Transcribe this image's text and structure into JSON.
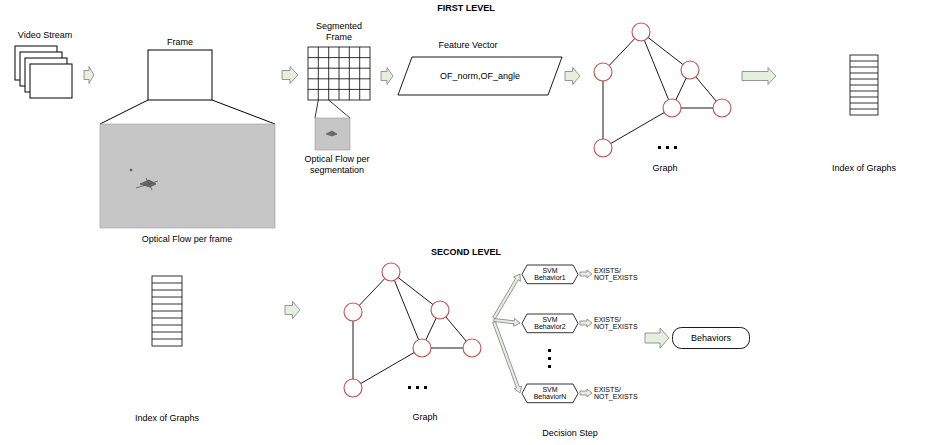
{
  "diagram": {
    "nodes": [
      {
        "text": [
          "Video Stream"
        ]
      },
      {
        "text": [
          "Frame",
          "Optical Flow per frame"
        ]
      },
      {
        "text": [
          "Segmented Frame",
          "Optical Flow per segmentation"
        ]
      },
      {
        "text": [
          "Feature Vector",
          "OF_norm,OF_angle"
        ]
      },
      {
        "text": [
          "Graph"
        ]
      },
      {
        "text": [
          "Index of Graphs"
        ]
      },
      {
        "text": [
          "Index of Graphs"
        ]
      },
      {
        "text": [
          "Graph"
        ]
      },
      {
        "text": [
          "SVM Behavior1"
        ]
      },
      {
        "text": [
          "SVM Behavior2"
        ]
      },
      {
        "text": [
          "SVM BehaviorN"
        ]
      },
      {
        "text": [
          "Behaviors"
        ]
      }
    ],
    "edges": [
      {
        "from": 0,
        "to": 1,
        "arrow": "to"
      },
      {
        "from": 1,
        "to": 2,
        "arrow": "to"
      },
      {
        "from": 2,
        "to": 3,
        "arrow": "to"
      },
      {
        "from": 3,
        "to": 4,
        "arrow": "to"
      },
      {
        "from": 4,
        "to": 5,
        "arrow": "to"
      },
      {
        "from": 6,
        "to": 7,
        "arrow": "to"
      },
      {
        "from": 7,
        "to": 8,
        "arrow": "to"
      },
      {
        "from": 7,
        "to": 9,
        "arrow": "to"
      },
      {
        "from": 7,
        "to": 10,
        "arrow": "to"
      }
    ],
    "labels": [
      "FIRST LEVEL",
      "SECOND LEVEL",
      "EXISTS/ NOT_EXISTS",
      "EXISTS/ NOT_EXISTS",
      "EXISTS/ NOT_EXISTS",
      "Decision Step"
    ]
  }
}
